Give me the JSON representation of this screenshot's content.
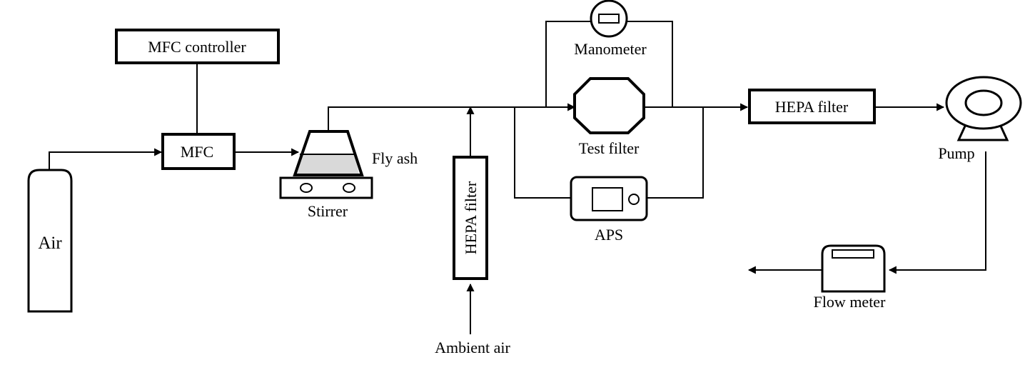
{
  "labels": {
    "air": "Air",
    "mfc": "MFC",
    "mfc_controller": "MFC controller",
    "fly_ash": "Fly ash",
    "stirrer": "Stirrer",
    "hepa_vertical": "HEPA filter",
    "ambient_air": "Ambient air",
    "manometer": "Manometer",
    "test_filter": "Test filter",
    "aps": "APS",
    "hepa_right": "HEPA filter",
    "pump": "Pump",
    "flow_meter": "Flow meter"
  },
  "colors": {
    "stroke": "#000000",
    "fly_ash_fill": "#d9d9d9",
    "background": "#ffffff"
  }
}
